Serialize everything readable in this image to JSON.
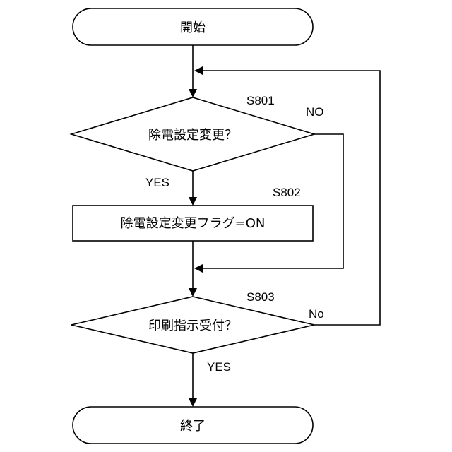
{
  "flowchart": {
    "nodes": {
      "start": {
        "label": "開始",
        "shape": "terminal"
      },
      "s801": {
        "label": "除電設定変更？",
        "step": "S801",
        "shape": "decision"
      },
      "s802": {
        "label": "除電設定変更フラグ=ON",
        "step": "S802",
        "shape": "process"
      },
      "s803": {
        "label": "印刷指示受付？",
        "step": "S803",
        "shape": "decision"
      },
      "end": {
        "label": "終了",
        "shape": "terminal"
      }
    },
    "edges": {
      "s801_yes": "YES",
      "s801_no": "NO",
      "s803_yes": "YES",
      "s803_no": "No"
    }
  }
}
